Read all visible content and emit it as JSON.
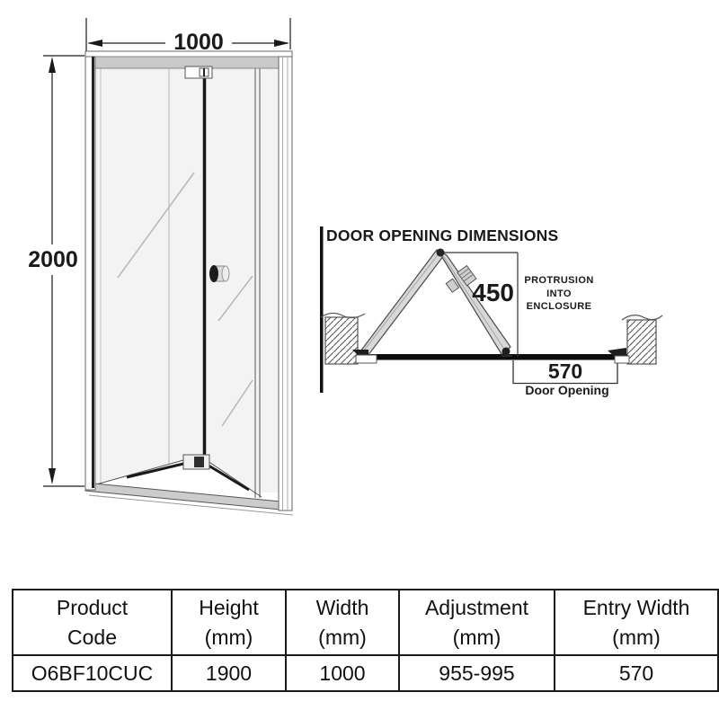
{
  "product": {
    "elevation": {
      "width_mm": "1000",
      "height_mm": "2000"
    },
    "plan": {
      "title": "DOOR OPENING DIMENSIONS",
      "protrusion_mm": "450",
      "protrusion_note": [
        "PROTRUSION",
        "INTO",
        "ENCLOSURE"
      ],
      "door_opening_mm": "570",
      "door_opening_caption": "Door Opening"
    }
  },
  "spec_table": {
    "columns": [
      {
        "line1": "Product",
        "line2": "Code"
      },
      {
        "line1": "Height",
        "line2": "(mm)"
      },
      {
        "line1": "Width",
        "line2": "(mm)"
      },
      {
        "line1": "Adjustment",
        "line2": "(mm)"
      },
      {
        "line1": "Entry Width",
        "line2": "(mm)"
      }
    ],
    "row": {
      "product_code": "O6BF10CUC",
      "height": "1900",
      "width": "1000",
      "adjustment": "955-995",
      "entry_width": "570"
    }
  },
  "colors": {
    "line": "#1a1a1a",
    "rail_gray": "#c9c9c9",
    "glass": "#f3f3f3",
    "panel_gray": "#d8d8d8",
    "track_black": "#0d0d0d"
  }
}
